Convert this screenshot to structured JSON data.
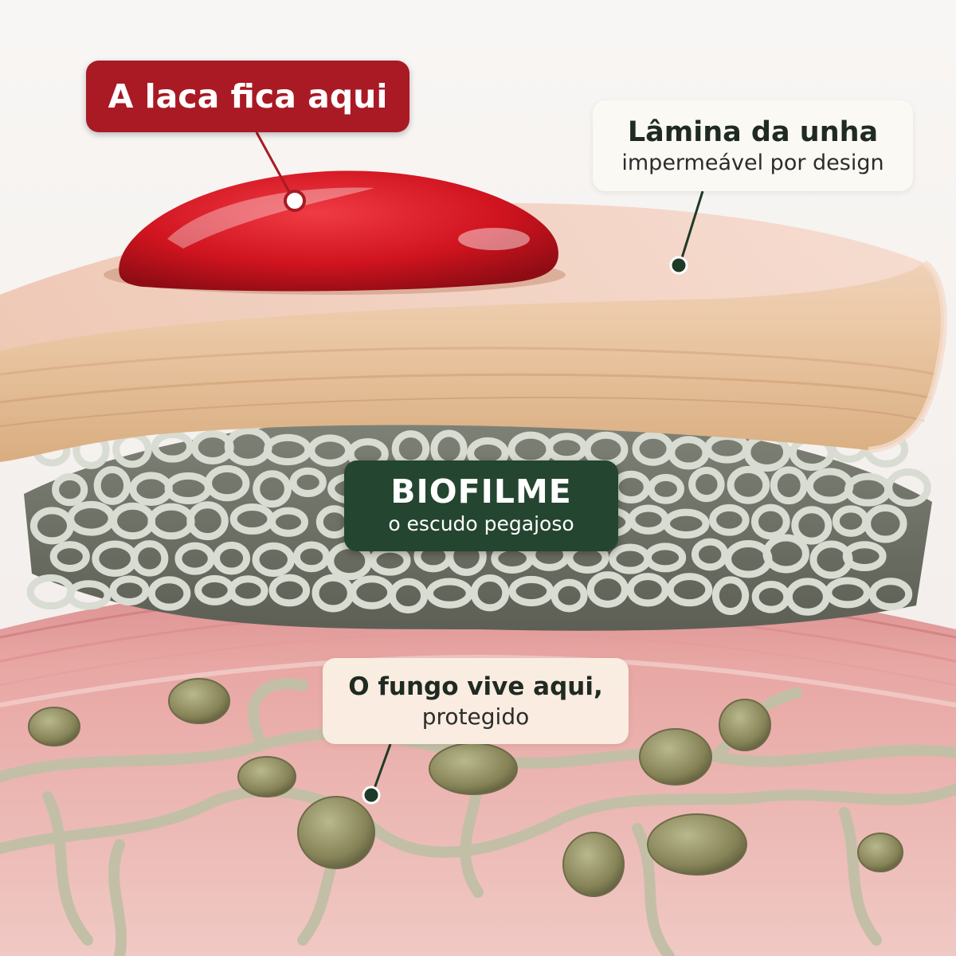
{
  "labels": {
    "lacquer": {
      "text": "A laca fica aqui"
    },
    "nail_plate": {
      "title": "Lâmina da unha",
      "subtitle": "impermeável por design"
    },
    "biofilm": {
      "title": "BIOFILME",
      "subtitle": "o escudo pegajoso"
    },
    "fungus": {
      "title": "O fungo vive aqui,",
      "subtitle": "protegido"
    }
  },
  "colors": {
    "lacquer_label": "#a91a24",
    "biofilm_label": "#24452f",
    "nail_plate": "#e9c39f",
    "nail_bed": "#e6a9a6",
    "lacquer_drop": "#d0141f",
    "fungal_hyphae": "#c1bda5",
    "spores": "#8b8b60"
  }
}
